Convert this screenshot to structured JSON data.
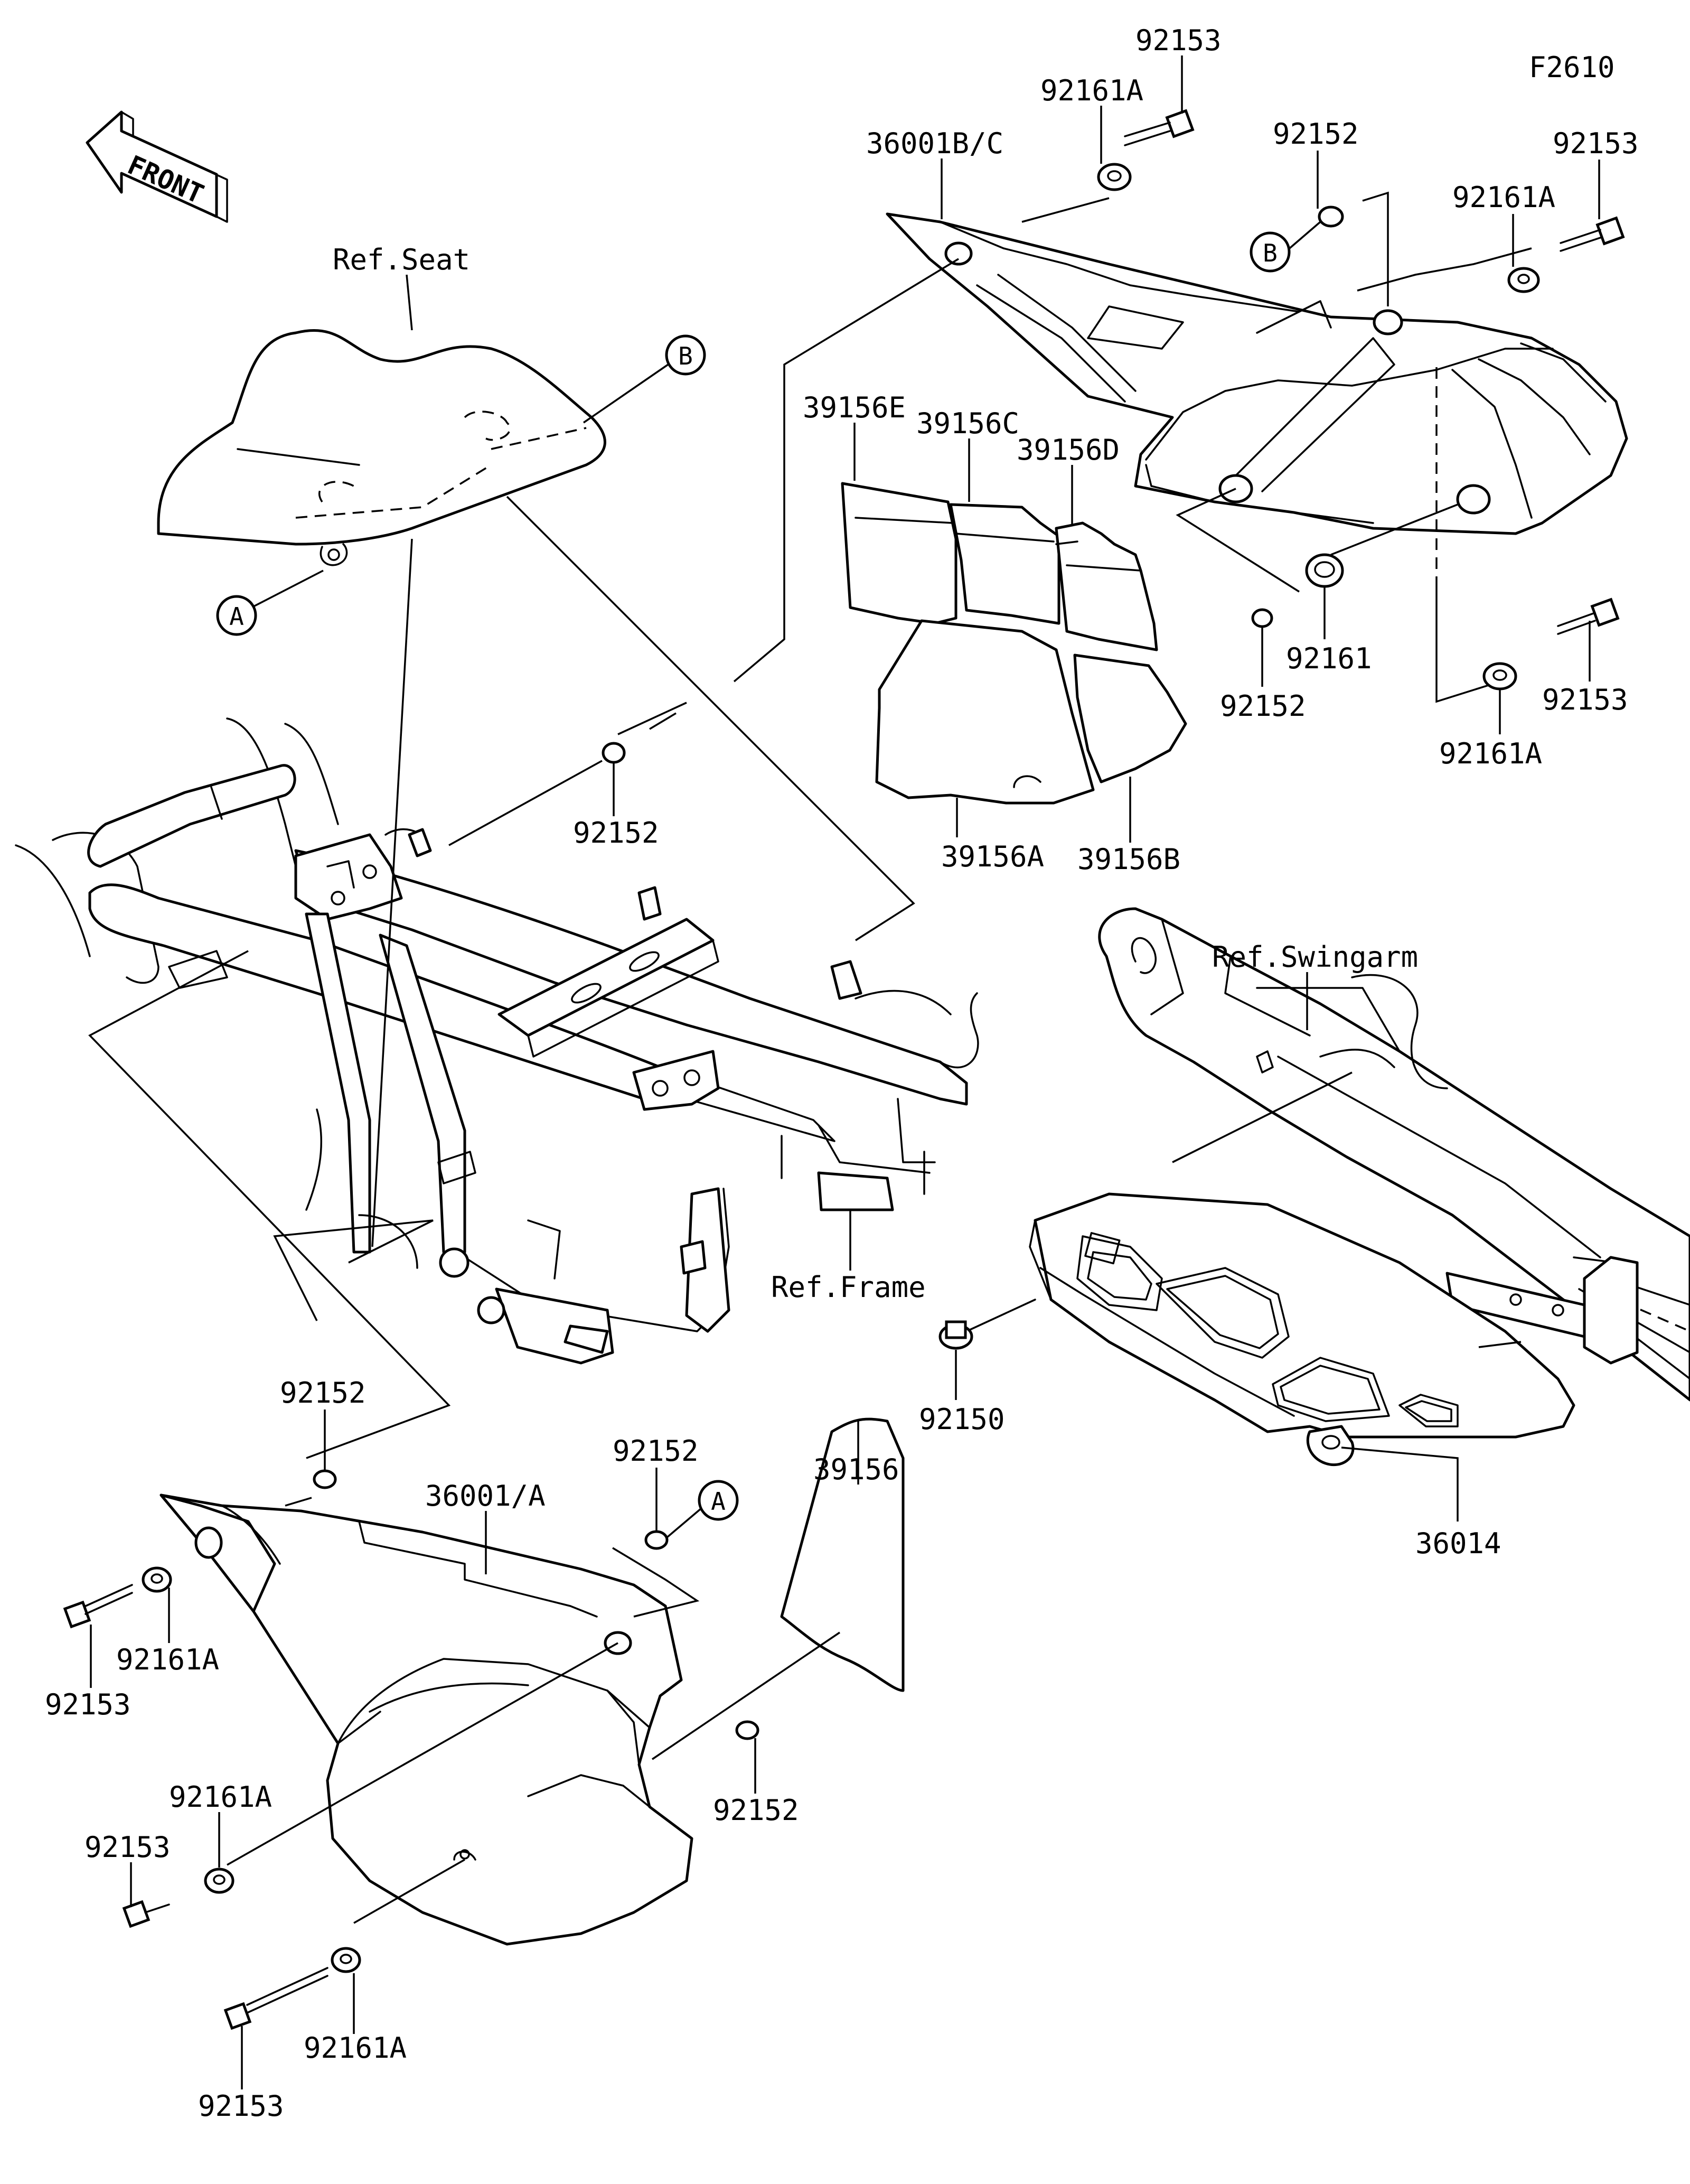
{
  "figure_code": "F2610",
  "front_label": "FRONT",
  "references": {
    "seat": "Ref.Seat",
    "frame": "Ref.Frame",
    "swingarm": "Ref.Swingarm"
  },
  "connectors": {
    "a": "A",
    "b": "B"
  },
  "parts": {
    "rear_cover": "36001B/C",
    "side_cover": "36001/A",
    "chain_guard": "36014",
    "pad_a": "39156A",
    "pad_b": "39156B",
    "pad_c": "39156C",
    "pad_d": "39156D",
    "pad_e": "39156E",
    "pad": "39156",
    "bolt_92150": "92150",
    "collar_92152": "92152",
    "bolt_92153": "92153",
    "grommet_92161": "92161",
    "grommet_92161a": "92161A"
  }
}
